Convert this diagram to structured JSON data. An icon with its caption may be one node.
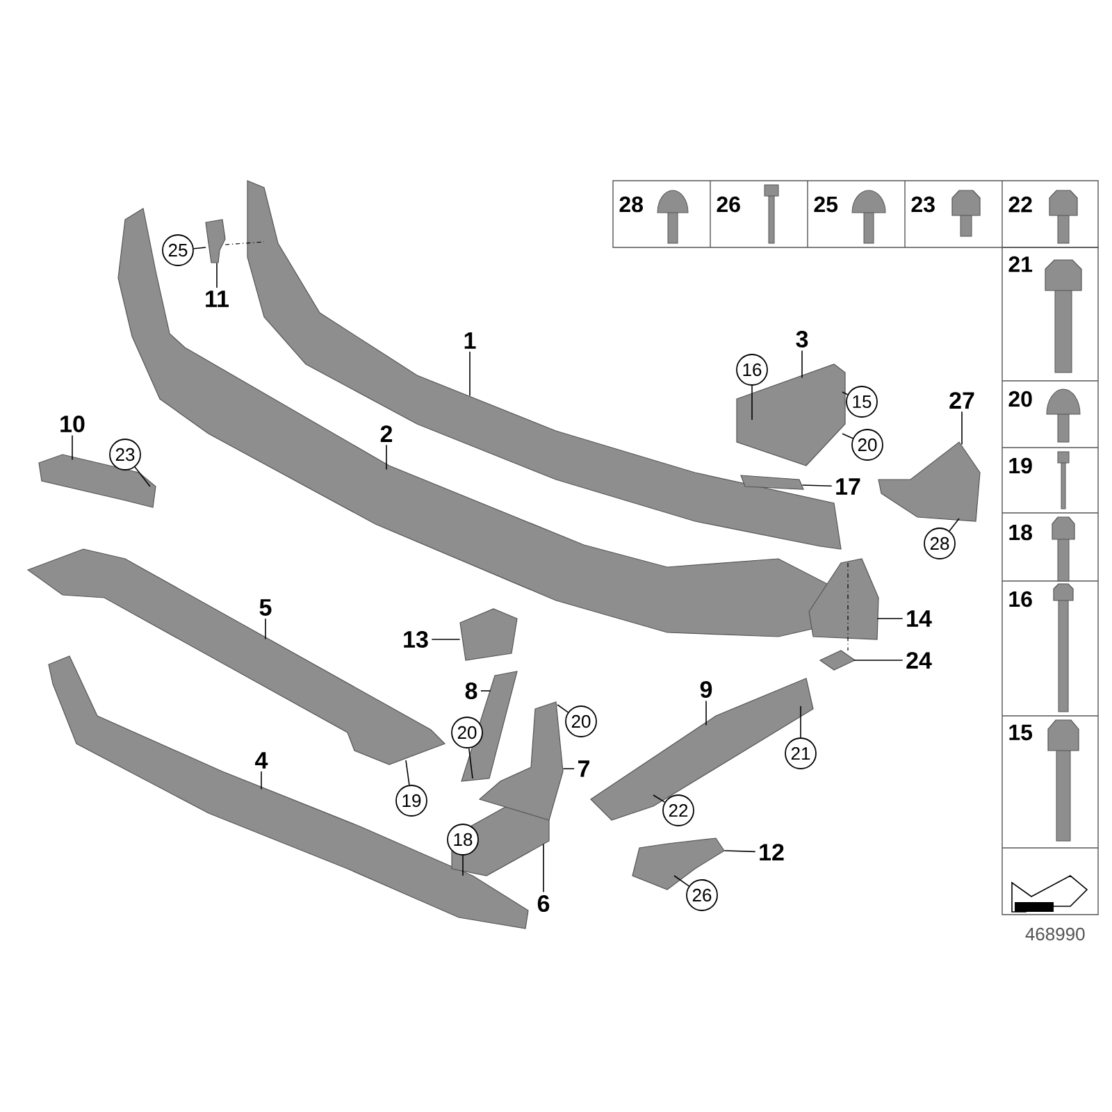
{
  "diagram": {
    "nodes": [
      {
        "text": [
          "1"
        ]
      },
      {
        "text": [
          "2"
        ]
      },
      {
        "text": [
          "3"
        ]
      },
      {
        "text": [
          "4"
        ]
      },
      {
        "text": [
          "5"
        ]
      },
      {
        "text": [
          "6"
        ]
      },
      {
        "text": [
          "7"
        ]
      },
      {
        "text": [
          "8"
        ]
      },
      {
        "text": [
          "9"
        ]
      },
      {
        "text": [
          "10"
        ]
      },
      {
        "text": [
          "11"
        ]
      },
      {
        "text": [
          "12"
        ]
      },
      {
        "text": [
          "13"
        ]
      },
      {
        "text": [
          "14"
        ]
      },
      {
        "text": [
          "17"
        ]
      },
      {
        "text": [
          "24"
        ]
      },
      {
        "text": [
          "27"
        ]
      },
      {
        "text": [],
        "shape": "picture"
      },
      {
        "text": [],
        "shape": "picture"
      },
      {
        "text": [],
        "shape": "picture"
      },
      {
        "text": [],
        "shape": "picture"
      },
      {
        "text": [],
        "shape": "picture"
      },
      {
        "text": [],
        "shape": "picture"
      },
      {
        "text": [],
        "shape": "picture"
      },
      {
        "text": [],
        "shape": "picture"
      },
      {
        "text": [],
        "shape": "picture"
      },
      {
        "text": [],
        "shape": "picture"
      },
      {
        "text": [],
        "shape": "picture"
      },
      {
        "text": [],
        "shape": "picture"
      },
      {
        "text": [],
        "shape": "picture"
      },
      {
        "text": [],
        "shape": "picture"
      },
      {
        "text": [],
        "shape": "picture"
      },
      {
        "text": [],
        "shape": "picture"
      },
      {
        "text": [],
        "shape": "picture"
      },
      {
        "text": [
          "25"
        ]
      },
      {
        "text": [
          "23"
        ]
      },
      {
        "text": [
          "16"
        ]
      },
      {
        "text": [
          "15"
        ]
      },
      {
        "text": [
          "20"
        ]
      },
      {
        "text": [
          "28"
        ]
      },
      {
        "text": [
          "19"
        ]
      },
      {
        "text": [
          "20"
        ]
      },
      {
        "text": [
          "20"
        ]
      },
      {
        "text": [
          "18"
        ]
      },
      {
        "text": [
          "21"
        ]
      },
      {
        "text": [
          "22"
        ]
      },
      {
        "text": [
          "26"
        ]
      }
    ],
    "edges": [
      {
        "from": 0,
        "to": 17,
        "arrow": "none"
      },
      {
        "from": 1,
        "to": 18,
        "arrow": "none"
      },
      {
        "from": 2,
        "to": 19,
        "arrow": "none"
      },
      {
        "from": 3,
        "to": 20,
        "arrow": "none"
      },
      {
        "from": 4,
        "to": 21,
        "arrow": "none"
      },
      {
        "from": 5,
        "to": 22,
        "arrow": "none"
      },
      {
        "from": 6,
        "to": 23,
        "arrow": "none"
      },
      {
        "from": 7,
        "to": 24,
        "arrow": "none"
      },
      {
        "from": 8,
        "to": 25,
        "arrow": "none"
      },
      {
        "from": 9,
        "to": 26,
        "arrow": "none"
      },
      {
        "from": 10,
        "to": 27,
        "arrow": "none"
      },
      {
        "from": 11,
        "to": 28,
        "arrow": "none"
      },
      {
        "from": 12,
        "to": 29,
        "arrow": "none"
      },
      {
        "from": 13,
        "to": 30,
        "arrow": "none"
      },
      {
        "from": 14,
        "to": 31,
        "arrow": "none"
      },
      {
        "from": 15,
        "to": 32,
        "arrow": "none"
      },
      {
        "from": 16,
        "to": 33,
        "arrow": "none"
      },
      {
        "from": 34,
        "to": 27,
        "arrow": "none"
      },
      {
        "from": 35,
        "to": 26,
        "arrow": "none"
      },
      {
        "from": 36,
        "to": 19,
        "arrow": "none"
      },
      {
        "from": 37,
        "to": 19,
        "arrow": "none"
      },
      {
        "from": 38,
        "to": 19,
        "arrow": "none"
      },
      {
        "from": 39,
        "to": 33,
        "arrow": "none"
      },
      {
        "from": 40,
        "to": 21,
        "arrow": "none"
      },
      {
        "from": 41,
        "to": 24,
        "arrow": "none"
      },
      {
        "from": 42,
        "to": 23,
        "arrow": "none"
      },
      {
        "from": 43,
        "to": 20,
        "arrow": "none"
      },
      {
        "from": 44,
        "to": 25,
        "arrow": "none"
      },
      {
        "from": 45,
        "to": 25,
        "arrow": "none"
      },
      {
        "from": 46,
        "to": 28,
        "arrow": "none"
      },
      {
        "from": 27,
        "to": 17,
        "arrow": "none",
        "style": "dashed"
      },
      {
        "from": 30,
        "to": 32,
        "arrow": "none",
        "style": "dashed"
      }
    ],
    "labels": [
      "28",
      "26",
      "25",
      "23",
      "22",
      "21",
      "20",
      "19",
      "18",
      "16",
      "15",
      "468990"
    ]
  }
}
